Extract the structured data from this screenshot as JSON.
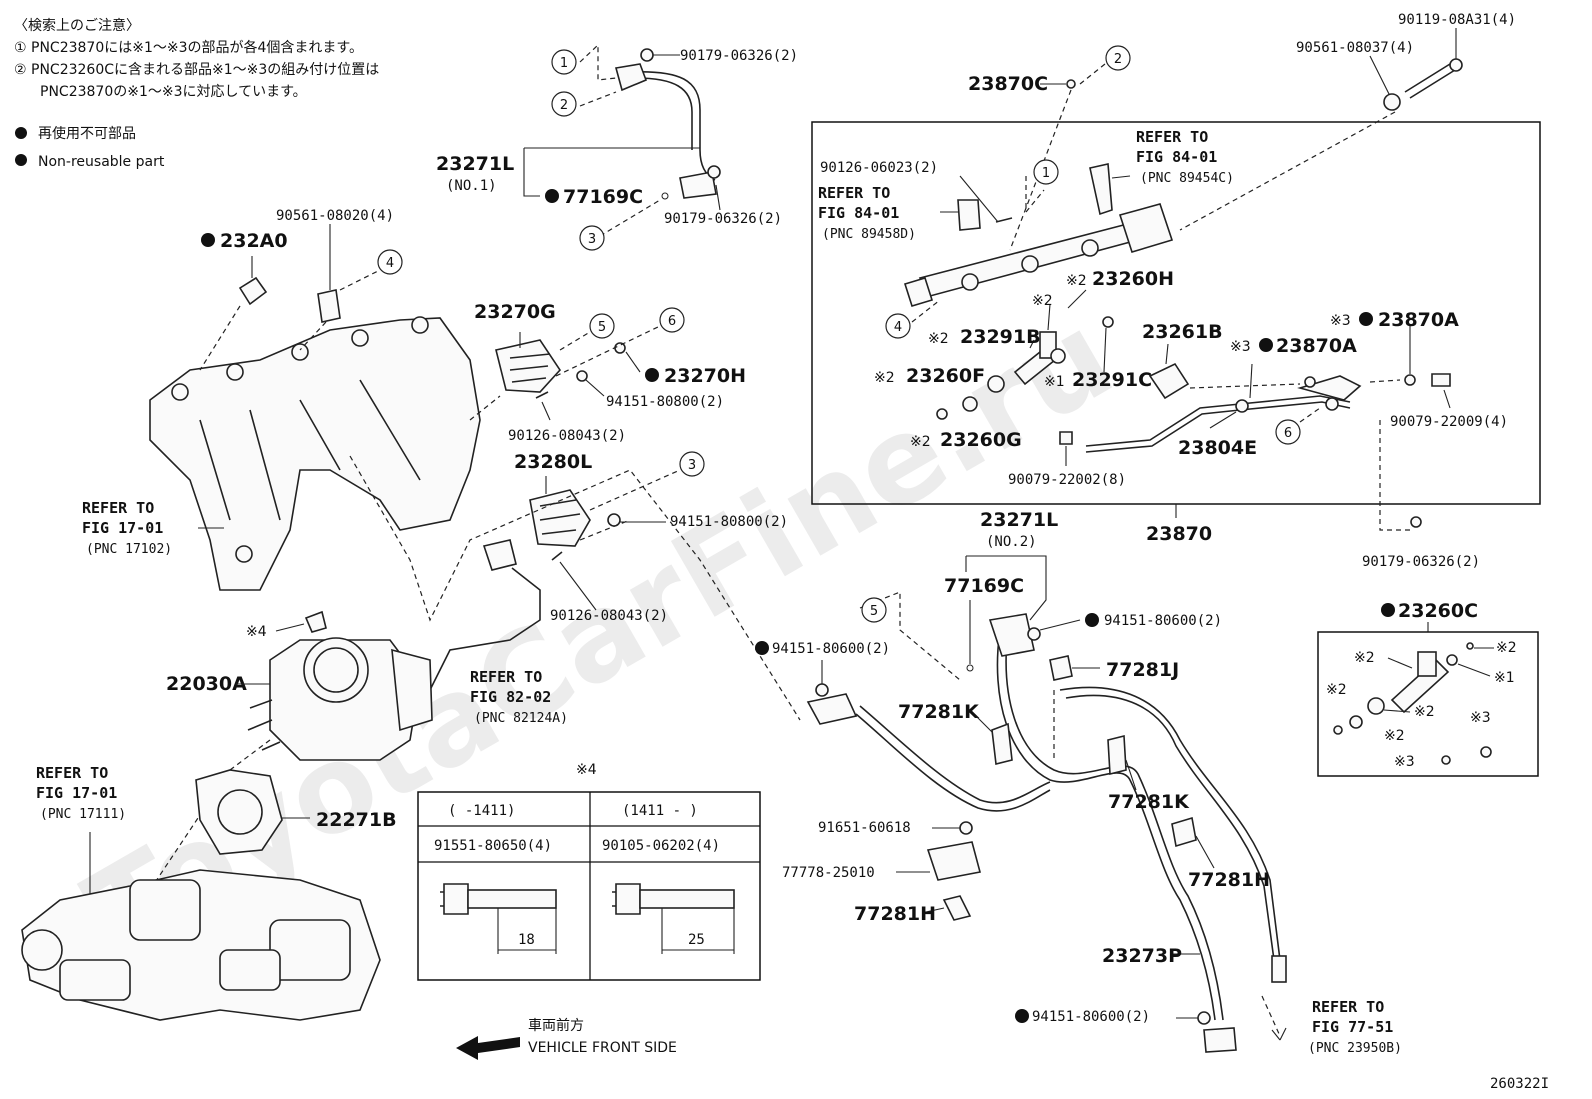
{
  "notes": {
    "heading": "〈検索上のご注意〉",
    "line1": "① PNC23870には※1～※3の部品が各4個含まれます。",
    "line2": "② PNC23260Cに含まれる部品※1～※3の組み付け位置は",
    "line3": "PNC23870の※1～※3に対応しています。",
    "legend_jp": "再使用不可部品",
    "legend_en": "Non-reusable part"
  },
  "watermark": "ToyotaCarFine.ru",
  "labels": {
    "p90179_a": "90179-06326(2)",
    "p23271L_1": "23271L",
    "p23271L_1_sub": "(NO.1)",
    "p77169C_a": "77169C",
    "p90179_b": "90179-06326(2)",
    "p23870C": "23870C",
    "p90561_08037": "90561-08037(4)",
    "p90119": "90119-08A31(4)",
    "p90561_08020": "90561-08020(4)",
    "p232A0": "232A0",
    "p23270G": "23270G",
    "p23270H": "23270H",
    "p94151_a": "94151-80800(2)",
    "p90126_a": "90126-08043(2)",
    "p23280L": "23280L",
    "p94151_b": "94151-80800(2)",
    "p90126_b": "90126-08043(2)",
    "p22030A": "22030A",
    "p22271B": "22271B",
    "p90126_06023": "90126-06023(2)",
    "p23260H": "23260H",
    "p23291B": "23291B",
    "p23260F": "23260F",
    "p23291C": "23291C",
    "p23260G": "23260G",
    "p23261B": "23261B",
    "p23870A_a": "23870A",
    "p23870A_b": "23870A",
    "p90079_22009": "90079-22009(4)",
    "p23804E": "23804E",
    "p90079_22002": "90079-22002(8)",
    "p23870": "23870",
    "p23271L_2": "23271L",
    "p23271L_2_sub": "(NO.2)",
    "p77169C_b": "77169C",
    "p94151_80600_a": "94151-80600(2)",
    "p94151_80600_b": "94151-80600(2)",
    "p94151_80600_c": "94151-80600(2)",
    "p77281J": "77281J",
    "p77281K_a": "77281K",
    "p77281K_b": "77281K",
    "p77281H_a": "77281H",
    "p77281H_b": "77281H",
    "p91651": "91651-60618",
    "p77778": "77778-25010",
    "p23273P": "23273P",
    "p90179_c": "90179-06326(2)",
    "p23260C": "23260C"
  },
  "refs": {
    "r84_a_1": "REFER TO",
    "r84_a_2": "FIG 84-01",
    "r84_a_3": "(PNC 89454C)",
    "r84_b_1": "REFER TO",
    "r84_b_2": "FIG 84-01",
    "r84_b_3": "(PNC 89458D)",
    "r17a_1": "REFER TO",
    "r17a_2": "FIG 17-01",
    "r17a_3": "(PNC 17102)",
    "r82_1": "REFER TO",
    "r82_2": "FIG 82-02",
    "r82_3": "(PNC 82124A)",
    "r17b_1": "REFER TO",
    "r17b_2": "FIG 17-01",
    "r17b_3": "(PNC 17111)",
    "r77_1": "REFER TO",
    "r77_2": "FIG 77-51",
    "r77_3": "(PNC 23950B)"
  },
  "marks": {
    "m1": "※1",
    "m2": "※2",
    "m3": "※3",
    "m4": "※4"
  },
  "callouts": [
    "1",
    "2",
    "3",
    "4",
    "5",
    "6"
  ],
  "bolt_table": {
    "header_mark": "※4",
    "col1_header": "(    -1411)",
    "col2_header": "(1411 -    )",
    "col1_part": "91551-80650(4)",
    "col2_part": "90105-06202(4)",
    "col1_len": "18",
    "col2_len": "25"
  },
  "direction": {
    "jp": "車両前方",
    "en": "VEHICLE FRONT SIDE"
  },
  "figure_id": "260322I"
}
